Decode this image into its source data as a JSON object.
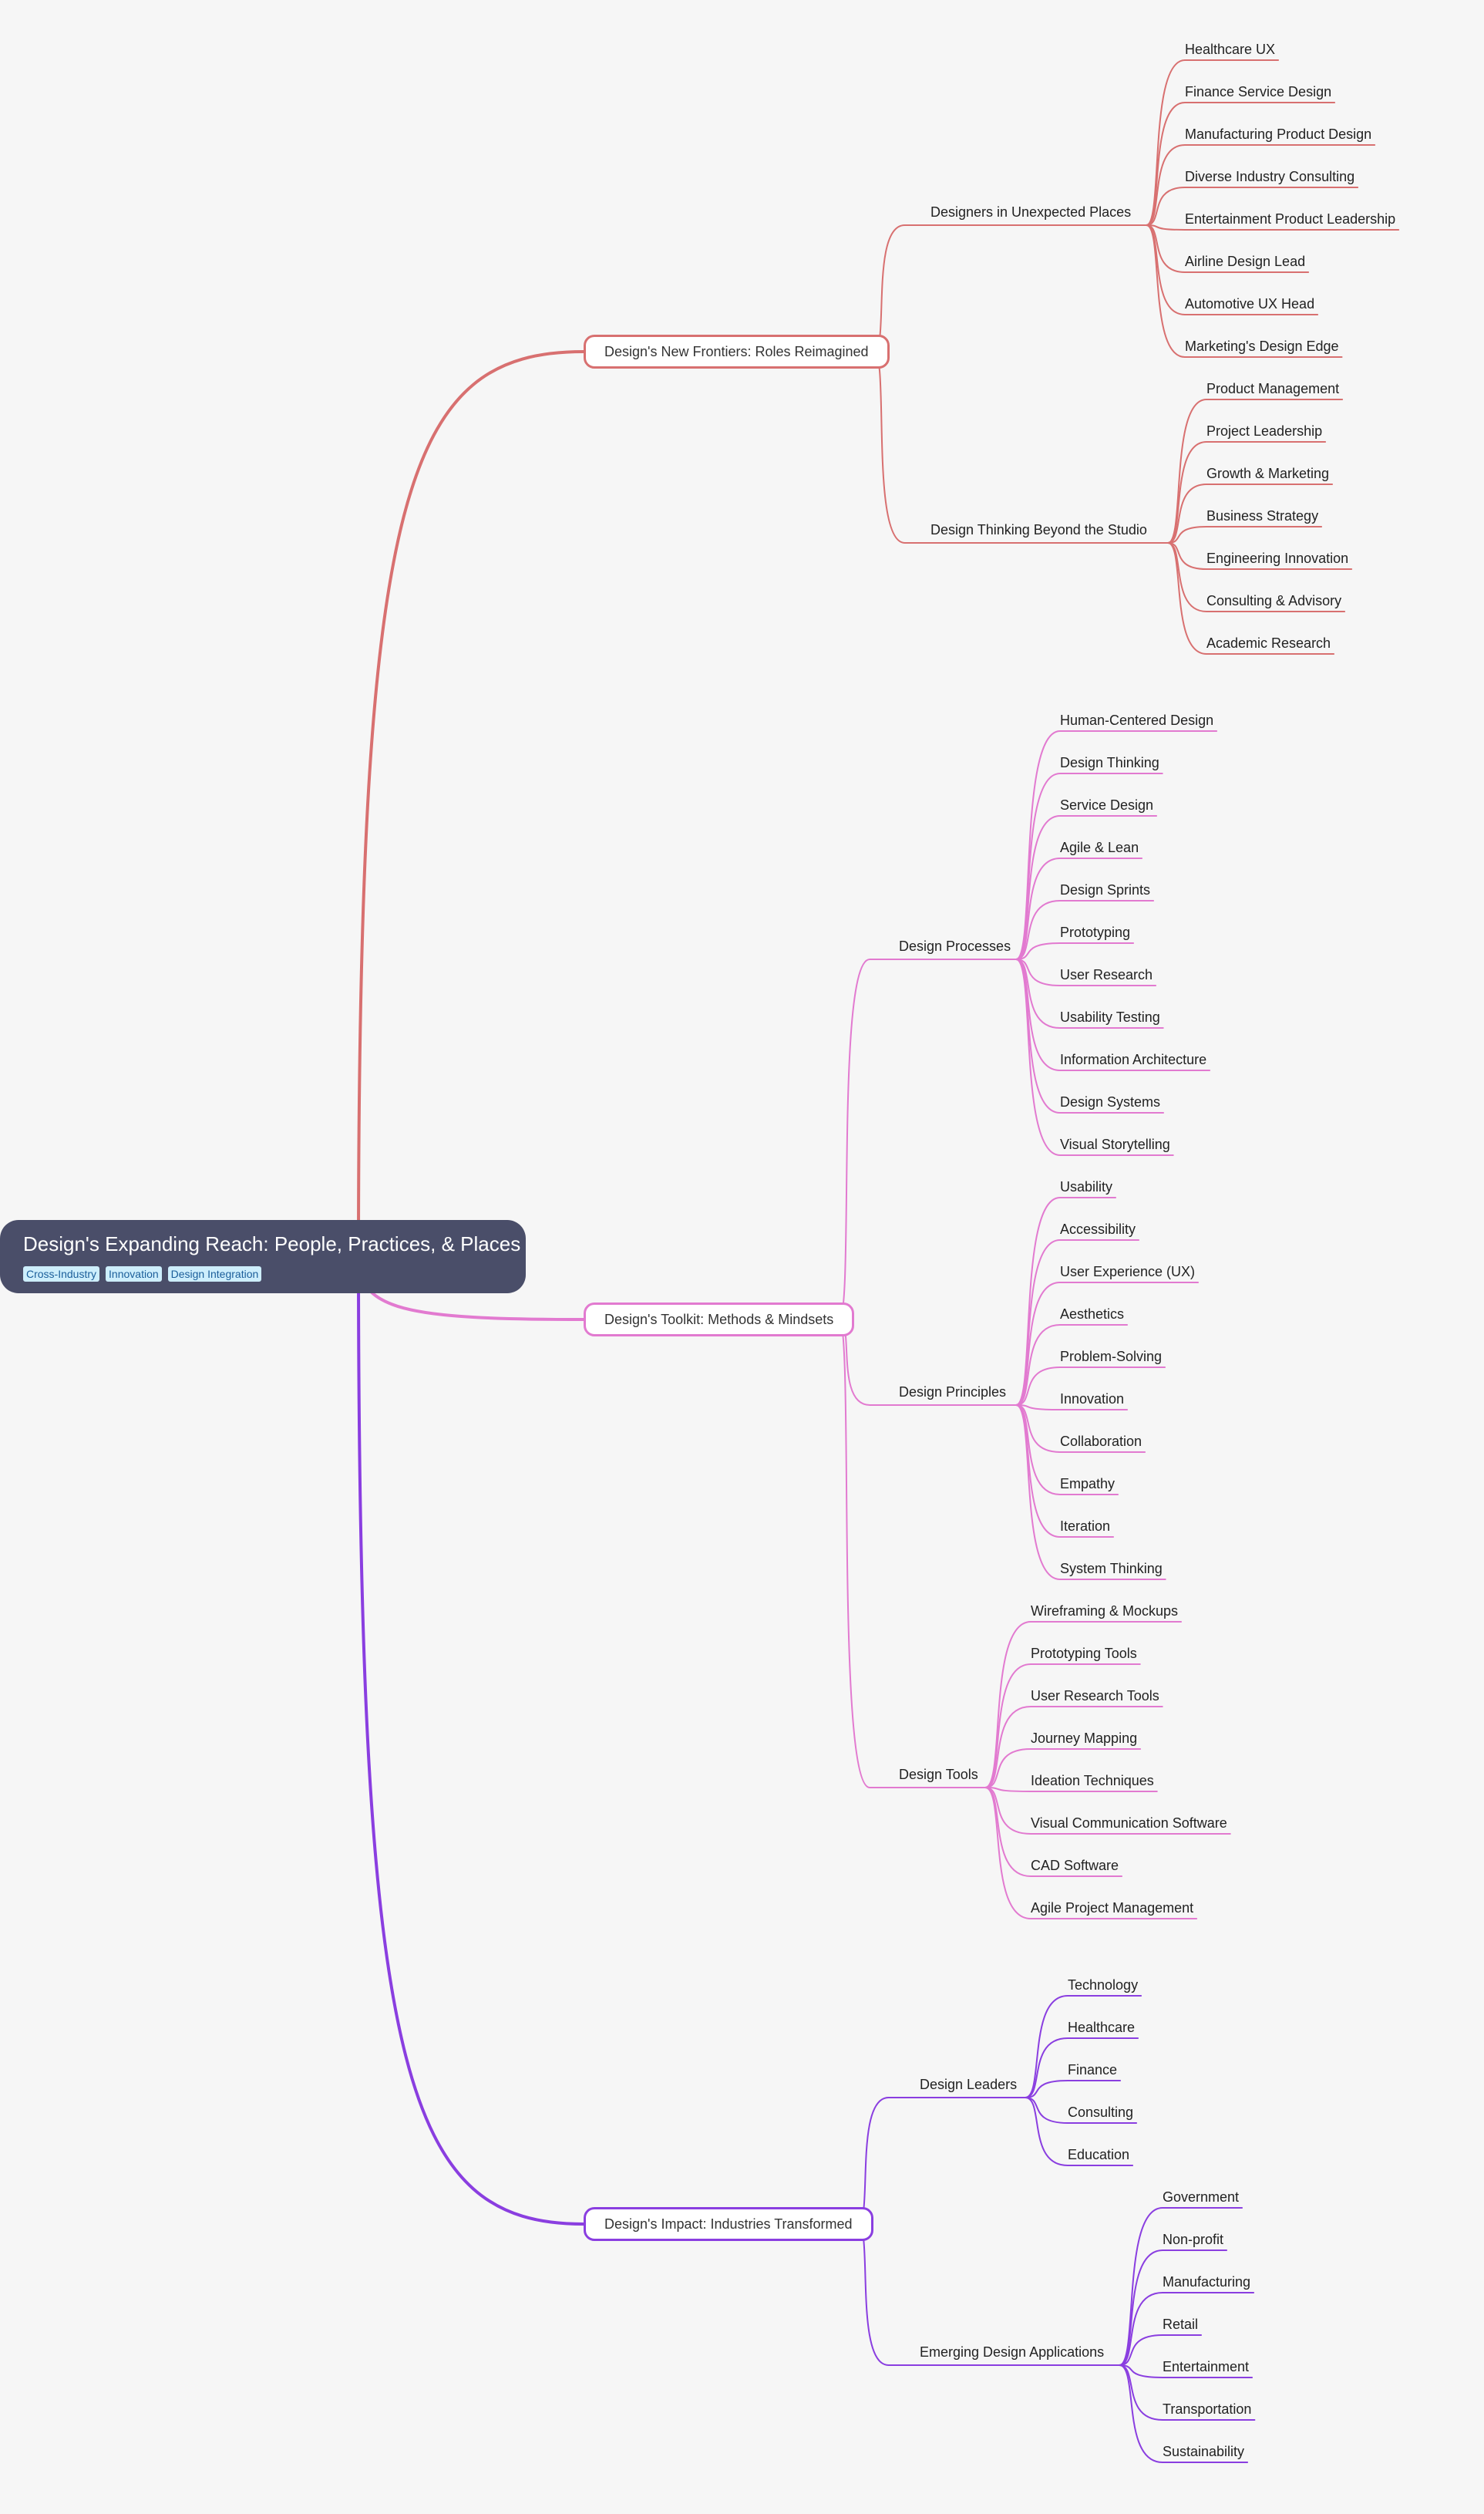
{
  "root": {
    "title": "Design's Expanding Reach: People, Practices, & Places",
    "tags": [
      "Cross-Industry",
      "Innovation",
      "Design Integration"
    ]
  },
  "branches": [
    {
      "label": "Design's New Frontiers: Roles Reimagined",
      "color": "#d87070",
      "children": [
        {
          "label": "Designers in Unexpected Places",
          "items": [
            "Healthcare UX",
            "Finance Service Design",
            "Manufacturing Product Design",
            "Diverse Industry Consulting",
            "Entertainment Product Leadership",
            "Airline Design Lead",
            "Automotive UX Head",
            "Marketing's Design Edge"
          ]
        },
        {
          "label": "Design Thinking Beyond the Studio",
          "items": [
            "Product Management",
            "Project Leadership",
            "Growth & Marketing",
            "Business Strategy",
            "Engineering Innovation",
            "Consulting & Advisory",
            "Academic Research"
          ]
        }
      ]
    },
    {
      "label": "Design's Toolkit: Methods & Mindsets",
      "color": "#e27ad0",
      "children": [
        {
          "label": "Design Processes",
          "items": [
            "Human-Centered Design",
            "Design Thinking",
            "Service Design",
            "Agile & Lean",
            "Design Sprints",
            "Prototyping",
            "User Research",
            "Usability Testing",
            "Information Architecture",
            "Design Systems",
            "Visual Storytelling"
          ]
        },
        {
          "label": "Design Principles",
          "items": [
            "Usability",
            "Accessibility",
            "User Experience (UX)",
            "Aesthetics",
            "Problem-Solving",
            "Innovation",
            "Collaboration",
            "Empathy",
            "Iteration",
            "System Thinking"
          ]
        },
        {
          "label": "Design Tools",
          "items": [
            "Wireframing & Mockups",
            "Prototyping Tools",
            "User Research Tools",
            "Journey Mapping",
            "Ideation Techniques",
            "Visual Communication Software",
            "CAD Software",
            "Agile Project Management"
          ]
        }
      ]
    },
    {
      "label": "Design's Impact: Industries Transformed",
      "color": "#8a3ee0",
      "children": [
        {
          "label": "Design Leaders",
          "items": [
            "Technology",
            "Healthcare",
            "Finance",
            "Consulting",
            "Education"
          ]
        },
        {
          "label": "Emerging Design Applications",
          "items": [
            "Government",
            "Non-profit",
            "Manufacturing",
            "Retail",
            "Entertainment",
            "Transportation",
            "Sustainability"
          ]
        }
      ]
    }
  ]
}
